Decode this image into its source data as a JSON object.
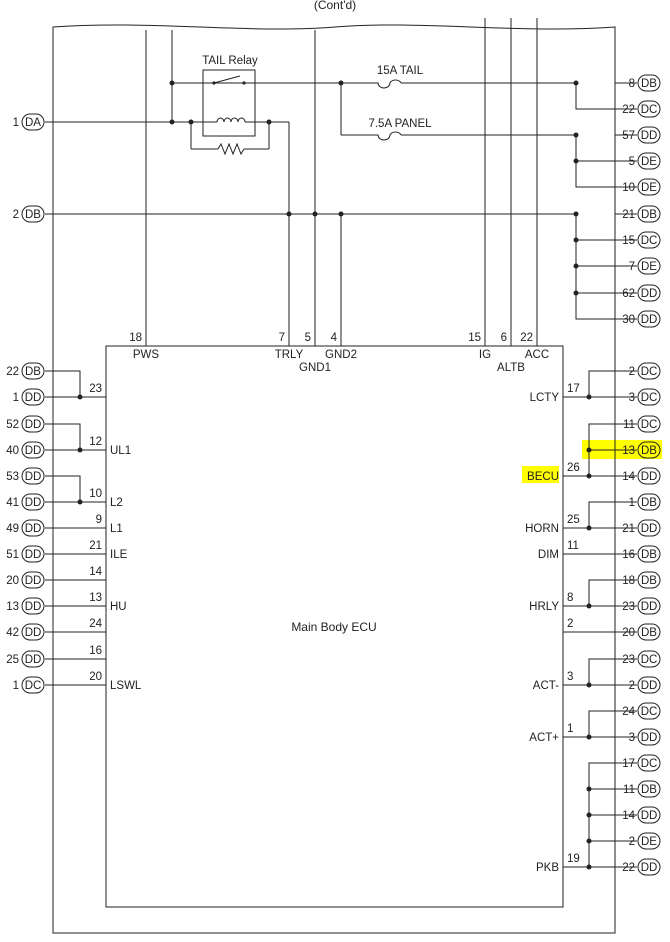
{
  "header": {
    "contd": "(Cont'd)"
  },
  "ecu": {
    "title": "Main Body ECU",
    "top_pins": [
      {
        "num": "18",
        "label": "PWS"
      },
      {
        "num": "7",
        "label": "TRLY"
      },
      {
        "num": "5",
        "label": "GND1"
      },
      {
        "num": "4",
        "label": "GND2"
      },
      {
        "num": "15",
        "label": "IG"
      },
      {
        "num": "6",
        "label": "ALTB"
      },
      {
        "num": "22",
        "label": "ACC"
      }
    ],
    "left_pins": [
      {
        "num": "23",
        "label": ""
      },
      {
        "num": "12",
        "label": "UL1"
      },
      {
        "num": "10",
        "label": "L2"
      },
      {
        "num": "9",
        "label": "L1"
      },
      {
        "num": "21",
        "label": "ILE"
      },
      {
        "num": "14",
        "label": ""
      },
      {
        "num": "13",
        "label": "HU"
      },
      {
        "num": "24",
        "label": ""
      },
      {
        "num": "16",
        "label": ""
      },
      {
        "num": "20",
        "label": "LSWL"
      }
    ],
    "right_pins": [
      {
        "num": "17",
        "label": "LCTY"
      },
      {
        "num": "26",
        "label": "BECU"
      },
      {
        "num": "25",
        "label": "HORN"
      },
      {
        "num": "11",
        "label": "DIM"
      },
      {
        "num": "8",
        "label": "HRLY"
      },
      {
        "num": "2",
        "label": ""
      },
      {
        "num": "3",
        "label": "ACT-"
      },
      {
        "num": "1",
        "label": "ACT+"
      },
      {
        "num": "19",
        "label": "PKB"
      }
    ]
  },
  "components": {
    "relay": "TAIL Relay",
    "fuse1": "15A TAIL",
    "fuse2": "7.5A PANEL"
  },
  "left_edge_connectors": [
    {
      "pin": "1",
      "conn": "DA"
    },
    {
      "pin": "2",
      "conn": "DB"
    }
  ],
  "left_connectors": [
    {
      "pin": "22",
      "conn": "DB"
    },
    {
      "pin": "1",
      "conn": "DD"
    },
    {
      "pin": "52",
      "conn": "DD"
    },
    {
      "pin": "40",
      "conn": "DD"
    },
    {
      "pin": "53",
      "conn": "DD"
    },
    {
      "pin": "41",
      "conn": "DD"
    },
    {
      "pin": "49",
      "conn": "DD"
    },
    {
      "pin": "51",
      "conn": "DD"
    },
    {
      "pin": "20",
      "conn": "DD"
    },
    {
      "pin": "13",
      "conn": "DD"
    },
    {
      "pin": "42",
      "conn": "DD"
    },
    {
      "pin": "25",
      "conn": "DD"
    },
    {
      "pin": "1",
      "conn": "DC"
    }
  ],
  "right_connectors": [
    {
      "pin": "8",
      "conn": "DB"
    },
    {
      "pin": "22",
      "conn": "DC"
    },
    {
      "pin": "57",
      "conn": "DD"
    },
    {
      "pin": "5",
      "conn": "DE"
    },
    {
      "pin": "10",
      "conn": "DE"
    },
    {
      "pin": "21",
      "conn": "DB"
    },
    {
      "pin": "15",
      "conn": "DC"
    },
    {
      "pin": "7",
      "conn": "DE"
    },
    {
      "pin": "62",
      "conn": "DD"
    },
    {
      "pin": "30",
      "conn": "DD"
    },
    {
      "pin": "2",
      "conn": "DC"
    },
    {
      "pin": "3",
      "conn": "DC"
    },
    {
      "pin": "11",
      "conn": "DC"
    },
    {
      "pin": "13",
      "conn": "DB"
    },
    {
      "pin": "14",
      "conn": "DD"
    },
    {
      "pin": "1",
      "conn": "DB"
    },
    {
      "pin": "21",
      "conn": "DD"
    },
    {
      "pin": "16",
      "conn": "DB"
    },
    {
      "pin": "18",
      "conn": "DB"
    },
    {
      "pin": "23",
      "conn": "DD"
    },
    {
      "pin": "20",
      "conn": "DB"
    },
    {
      "pin": "23",
      "conn": "DC"
    },
    {
      "pin": "2",
      "conn": "DD"
    },
    {
      "pin": "24",
      "conn": "DC"
    },
    {
      "pin": "3",
      "conn": "DD"
    },
    {
      "pin": "17",
      "conn": "DC"
    },
    {
      "pin": "11",
      "conn": "DB"
    },
    {
      "pin": "14",
      "conn": "DD"
    },
    {
      "pin": "2",
      "conn": "DE"
    },
    {
      "pin": "22",
      "conn": "DD"
    }
  ],
  "highlight_color": "#ffff00"
}
